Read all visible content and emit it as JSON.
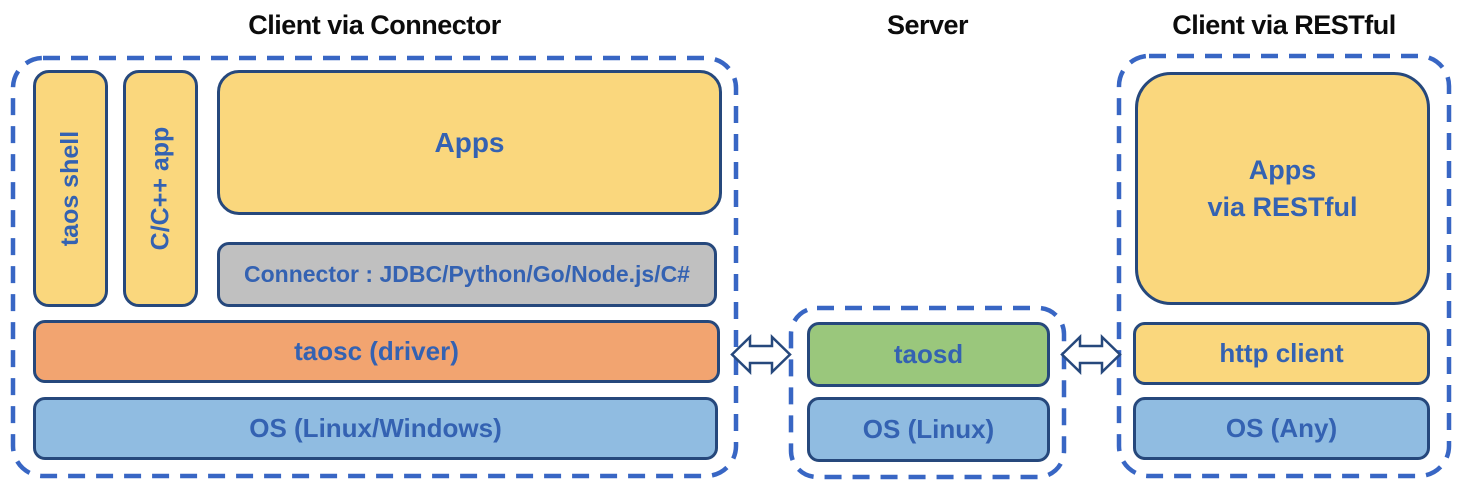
{
  "diagram": {
    "colors": {
      "app_box_yellow": "#fad77d",
      "driver_orange": "#f2a470",
      "os_blue": "#90bce1",
      "server_green": "#9ac77c",
      "connector_gray": "#c0c0c0",
      "dashed_border_blue": "#3866c4",
      "box_outline_navy": "#26487c",
      "label_blue": "#3462b2",
      "title_black": "#0c0c0c"
    },
    "left": {
      "title": "Client via Connector",
      "taos_shell": "taos shell",
      "cpp_app": "C/C++ app",
      "apps": "Apps",
      "connector": "Connector : JDBC/Python/Go/Node.js/C#",
      "taosc": "taosc (driver)",
      "os": "OS (Linux/Windows)"
    },
    "server": {
      "title": "Server",
      "taosd": "taosd",
      "os": "OS (Linux)"
    },
    "right": {
      "title": "Client via RESTful",
      "apps_line1": "Apps",
      "apps_line2": "via RESTful",
      "http_client": "http client",
      "os": "OS (Any)"
    }
  }
}
